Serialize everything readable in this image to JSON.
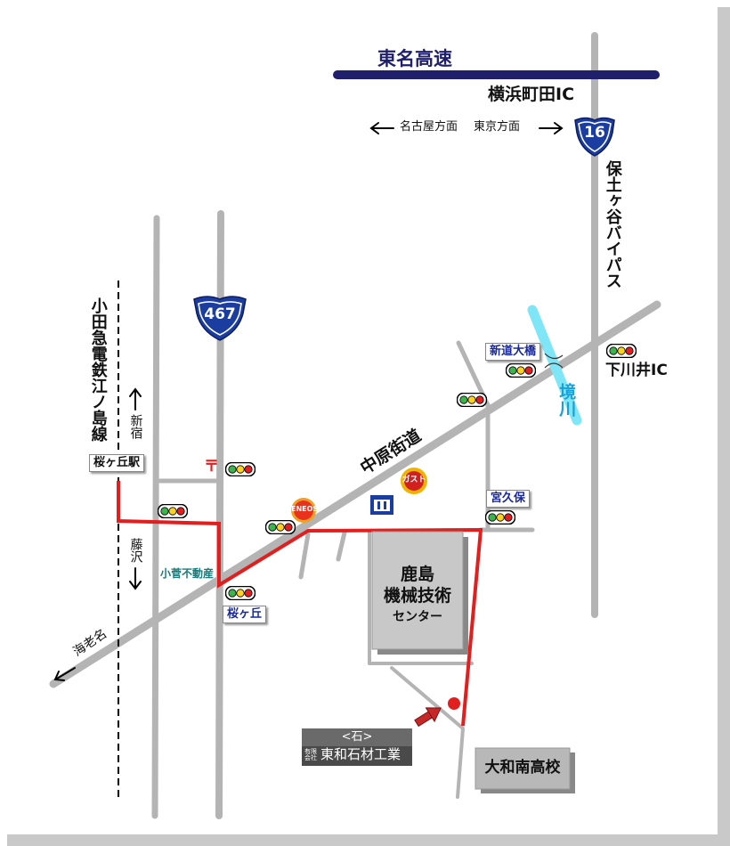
{
  "highway": {
    "name": "東名高速",
    "ic": "横浜町田IC",
    "dir_west": "名古屋方面",
    "dir_east": "東京方面"
  },
  "routes": {
    "route16": "16",
    "route467": "467"
  },
  "bypass": "保土ヶ谷バイパス",
  "railway": "小田急電鉄江ノ島線",
  "directions": {
    "north": "新宿",
    "south": "藤沢",
    "west": "海老名"
  },
  "station": "桜ヶ丘駅",
  "road_name": "中原街道",
  "river": "境川",
  "labels": {
    "shindo_ohashi": "新道大橋",
    "shimokawai_ic": "下川井IC",
    "miyakubo": "宮久保",
    "sakuragaoka": "桜ヶ丘",
    "realtor": "小菅不動産",
    "eneos": "ENEOS",
    "gusto": "ガスト",
    "post_mark": "〒"
  },
  "destination": {
    "line1": "鹿島",
    "line2": "機械技術",
    "line3": "センター"
  },
  "company": {
    "emblem": "<石>",
    "type": "有限会社",
    "name": "東和石材工業"
  },
  "school": "大和南高校",
  "colors": {
    "route_red": "#e31e1e",
    "highway_navy": "#1f1f6e",
    "road_gray": "#b4b4b4",
    "river_cyan": "#7fe6f7",
    "route_sign_blue": "#1c3da0",
    "label_blue": "#1a2a9c"
  }
}
